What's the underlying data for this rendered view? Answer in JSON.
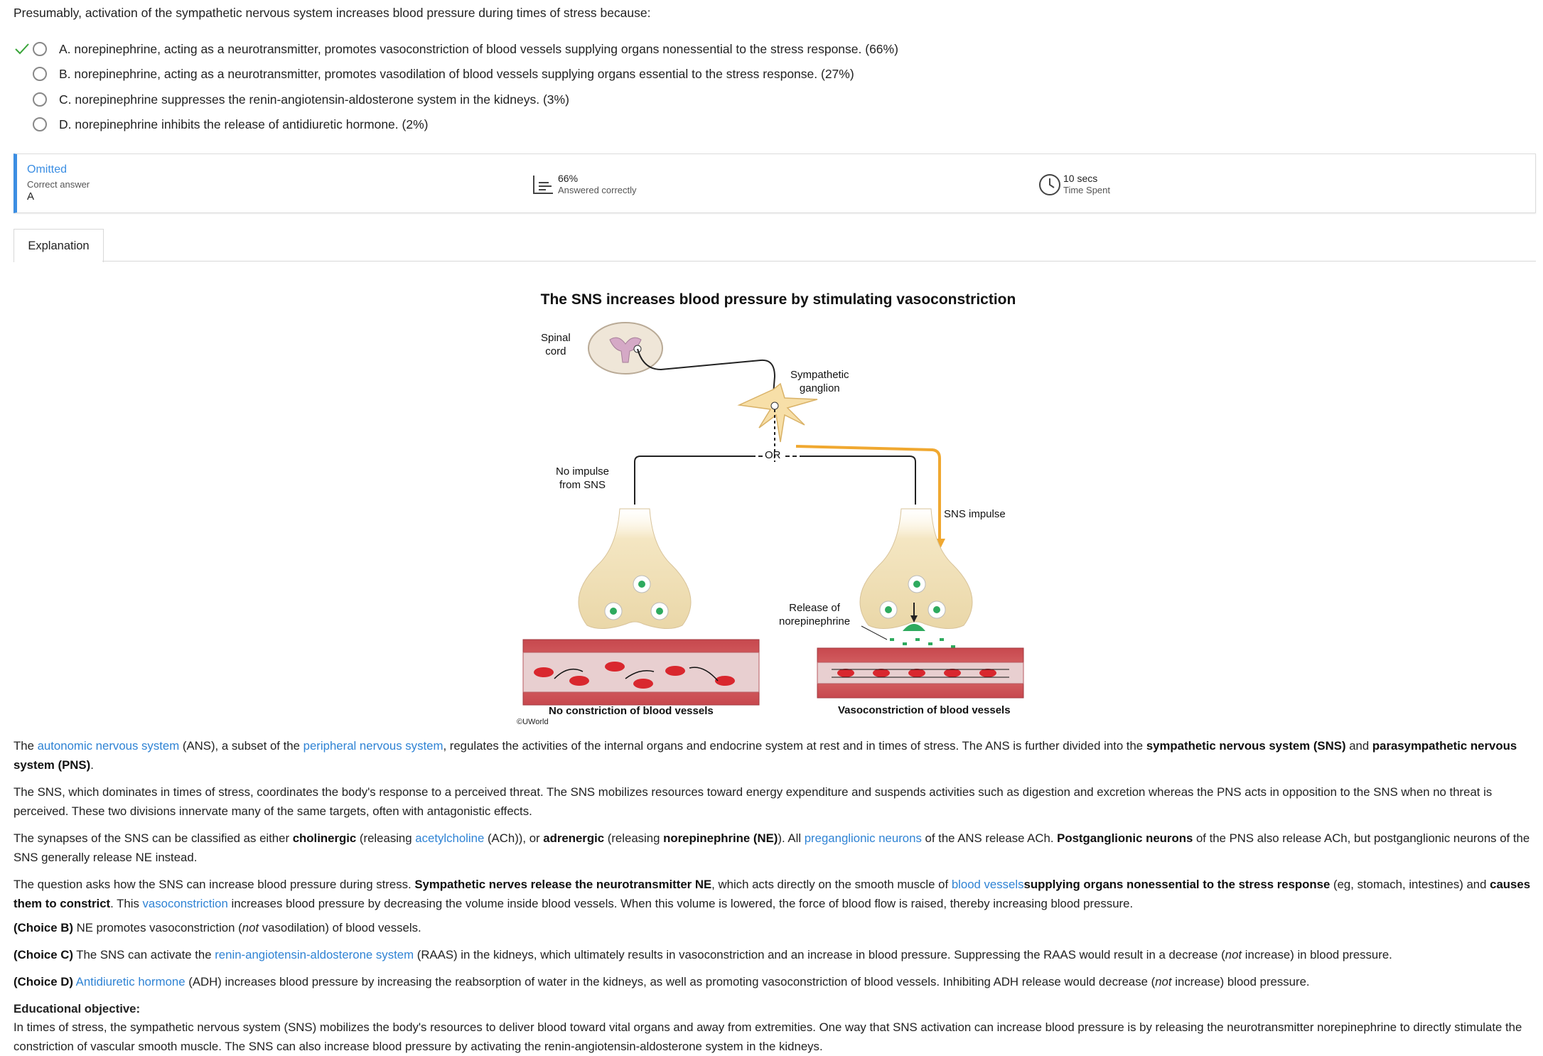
{
  "question": "Presumably, activation of the sympathetic nervous system increases blood pressure during times of stress because:",
  "choices": [
    {
      "text": "A.  norepinephrine, acting as a neurotransmitter, promotes vasoconstriction of blood vessels supplying organs nonessential to the stress response.  (66%)",
      "correct": true
    },
    {
      "text": "B.  norepinephrine, acting as a neurotransmitter, promotes vasodilation of blood vessels supplying organs essential to the stress response.  (27%)",
      "correct": false
    },
    {
      "text": "C.  norepinephrine suppresses the renin-angiotensin-aldosterone system in the kidneys.  (3%)",
      "correct": false
    },
    {
      "text": "D.  norepinephrine inhibits the release of antidiuretic hormone.  (2%)",
      "correct": false
    }
  ],
  "stats": {
    "status": "Omitted",
    "correct_answer_label": "Correct answer",
    "correct_answer": "A",
    "percent": "66%",
    "percent_label": "Answered correctly",
    "time": "10 secs",
    "time_label": "Time Spent"
  },
  "tab_label": "Explanation",
  "figure": {
    "title": "The SNS increases blood pressure by stimulating vasoconstriction",
    "spinal_cord_1": "Spinal",
    "spinal_cord_2": "cord",
    "ganglion_1": "Sympathetic",
    "ganglion_2": "ganglion",
    "or": "OR",
    "no_impulse_1": "No impulse",
    "no_impulse_2": "from SNS",
    "sns_impulse": "SNS impulse",
    "release_1": "Release of",
    "release_2": "norepinephrine",
    "caption_left": "No constriction of blood vessels",
    "caption_right": "Vasoconstriction of blood vessels",
    "copyright": "©UWorld"
  },
  "explanation": {
    "p1": {
      "t1": "The ",
      "l1": "autonomic nervous system",
      "t2": " (ANS), a subset of the ",
      "l2": "peripheral nervous system",
      "t3": ", regulates the activities of the internal organs and endocrine system at rest and in times of stress.  The ANS is further divided into the ",
      "b1": "sympathetic nervous system (SNS)",
      "t4": " and ",
      "b2": "parasympathetic nervous system (PNS)",
      "t5": "."
    },
    "p2": "The SNS, which dominates in times of stress, coordinates the body's response to a perceived threat.  The SNS mobilizes resources toward energy expenditure and suspends activities such as digestion and excretion whereas the PNS acts in opposition to the SNS when no threat is perceived.  These two divisions innervate many of the same targets, often with antagonistic effects.",
    "p3": {
      "t1": "The synapses of the SNS can be classified as either ",
      "b1": "cholinergic",
      "t2": " (releasing ",
      "l1": "acetylcholine",
      "t3": " (ACh)), or ",
      "b2": "adrenergic",
      "t4": " (releasing ",
      "b3": "norepinephrine (NE)",
      "t5": ").  All ",
      "l2": "preganglionic neurons",
      "t6": " of the ANS release ACh.  ",
      "b4": "Postganglionic neurons",
      "t7": " of the PNS also release ACh, but postganglionic neurons of the SNS generally release NE instead."
    },
    "p4": {
      "t1": "The question asks how the SNS can increase blood pressure during stress.  ",
      "b1": "Sympathetic nerves release the neurotransmitter NE",
      "t2": ", which acts directly on the smooth muscle of ",
      "l1": "blood vessels",
      "b2": "supplying organs nonessential to the stress response",
      "t3": " (eg, stomach, intestines) and ",
      "b3": "causes them to constrict",
      "t4": ".  This ",
      "l2": "vasoconstriction",
      "t5": " increases blood pressure by decreasing the volume inside blood vessels.  When this volume is lowered, the force of blood flow is raised, thereby increasing blood pressure."
    },
    "p5": {
      "b1": "(Choice B)",
      "t1": "  NE promotes vasoconstriction (",
      "i1": "not",
      "t2": " vasodilation) of blood vessels."
    },
    "p6": {
      "b1": "(Choice C)",
      "t1": "  The SNS can activate the ",
      "l1": "renin-angiotensin-aldosterone system",
      "t2": " (RAAS) in the kidneys, which ultimately results in vasoconstriction and an increase in blood pressure.  Suppressing the RAAS would result in a decrease (",
      "i1": "not",
      "t3": " increase) in blood pressure."
    },
    "p7": {
      "b1": "(Choice D)",
      "t1": "  ",
      "l1": "Antidiuretic hormone",
      "t2": " (ADH) increases blood pressure by increasing the reabsorption of water in the kidneys, as well as promoting vasoconstriction of blood vessels.  Inhibiting ADH release would decrease (",
      "i1": "not",
      "t3": " increase) blood pressure."
    },
    "objective_title": "Educational objective:",
    "objective": "In times of stress, the sympathetic nervous system (SNS) mobilizes the body's resources to deliver blood toward vital organs and away from extremities.  One way that SNS activation can increase blood pressure is by releasing the neurotransmitter norepinephrine to directly stimulate the constriction of vascular smooth muscle.  The SNS can also increase blood pressure by activating the renin-angiotensin-aldosterone system in the kidneys."
  },
  "colors": {
    "accent": "#3b8ee3",
    "link": "#2f83d4",
    "correct": "#3aa53a",
    "impulse": "#f0a830"
  }
}
